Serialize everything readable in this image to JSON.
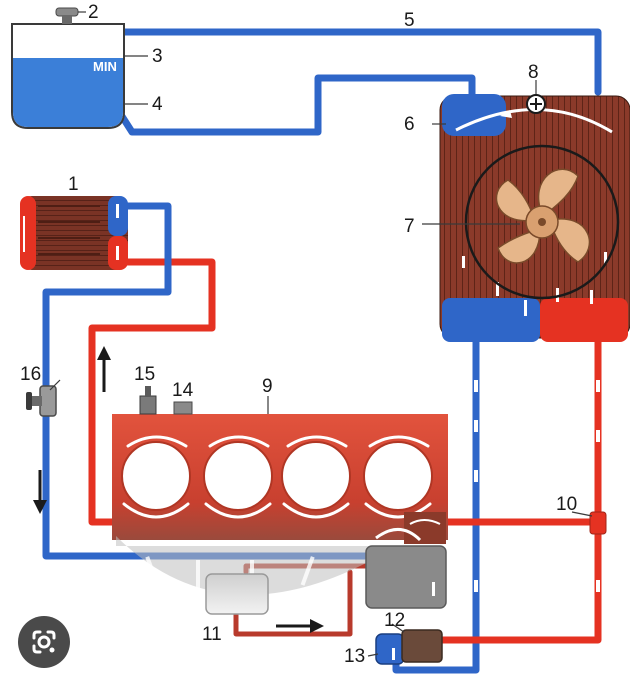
{
  "diagram": {
    "tank_label": "MIN",
    "labels": [
      "1",
      "2",
      "3",
      "4",
      "5",
      "6",
      "7",
      "8",
      "9",
      "10",
      "11",
      "12",
      "13",
      "14",
      "15",
      "16"
    ]
  },
  "colors": {
    "hot": "#e53222",
    "cold": "#2f66c8",
    "tank_water": "#3b7fd8",
    "radiator_core": "#8b3a2a",
    "engine_block": "#d94d3a"
  },
  "lens_button": {
    "icon": "google-lens-icon"
  }
}
